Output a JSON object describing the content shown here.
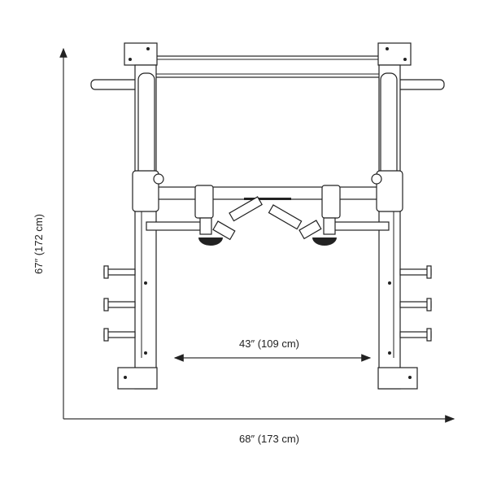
{
  "dimensions": {
    "height_label": "67″ (172 cm)",
    "inner_width_label": "43″ (109 cm)",
    "overall_width_label": "68″ (173 cm)"
  }
}
